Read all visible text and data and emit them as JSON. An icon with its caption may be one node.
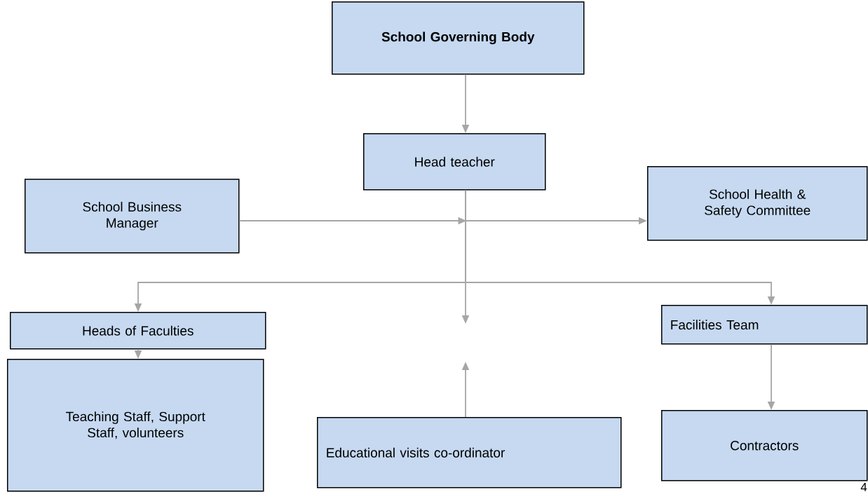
{
  "diagram": {
    "nodes": [
      {
        "text": [
          "School Governing Body"
        ]
      },
      {
        "text": [
          "Head teacher"
        ]
      },
      {
        "text": [
          "School Business Manager"
        ]
      },
      {
        "text": [
          "School Health & Safety Committee"
        ]
      },
      {
        "text": [
          "Heads of Faculties"
        ]
      },
      {
        "text": [
          "Facilities Team"
        ]
      },
      {
        "text": [
          "Teaching Staff, Support Staff, volunteers"
        ]
      },
      {
        "text": [
          "Educational visits co-ordinator"
        ]
      },
      {
        "text": [
          "Contractors"
        ]
      }
    ],
    "edges": [
      {
        "from": 0,
        "to": 1,
        "arrow": "to"
      },
      {
        "from": 2,
        "to": 3,
        "arrow": "to"
      },
      {
        "from": 1,
        "to": 4,
        "arrow": "to"
      },
      {
        "from": 1,
        "to": 5,
        "arrow": "to"
      },
      {
        "from": 1,
        "to": null,
        "arrow": "to"
      },
      {
        "from": 7,
        "to": null,
        "arrow": "to"
      },
      {
        "from": 4,
        "to": 6,
        "arrow": "to"
      },
      {
        "from": 5,
        "to": 8,
        "arrow": "to"
      }
    ],
    "labels": [
      "4"
    ]
  }
}
